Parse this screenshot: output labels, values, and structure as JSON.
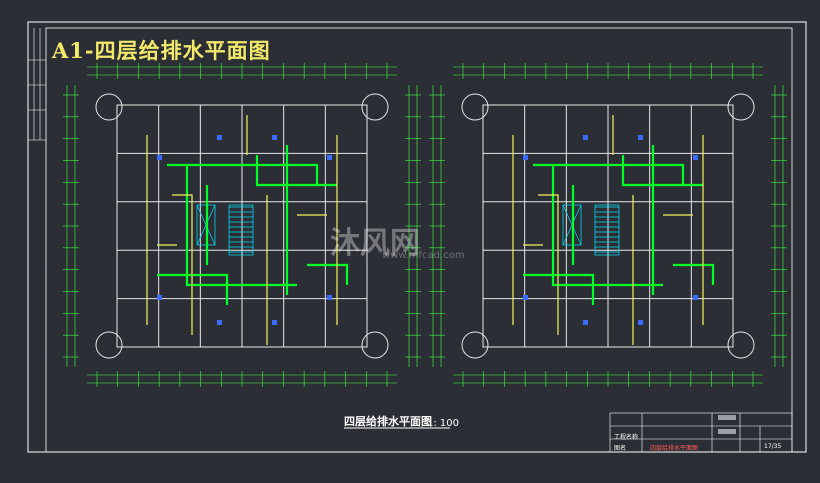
{
  "drawing": {
    "title": "A1-四层给排水平面图",
    "plan_caption": "四层给排水平面图",
    "plan_scale": "1: 100"
  },
  "watermark": {
    "brand": "沐风网",
    "url": "www.mfcad.com"
  },
  "title_block": {
    "project_label": "工程名称",
    "drawing_label": "图名",
    "drawing_name": "四层给排水平面图",
    "sheet_no": "17/35"
  },
  "colors": {
    "background": "#2b2f35",
    "frame": "#ffffff",
    "walls": "#e8e8e8",
    "supply_pipe": "#00ff26",
    "drain_pipe": "#f4f25c",
    "dimension": "#3cff3c",
    "stair": "#00e5ff",
    "title": "#f2e96a",
    "accent_red": "#ff3c3c"
  }
}
